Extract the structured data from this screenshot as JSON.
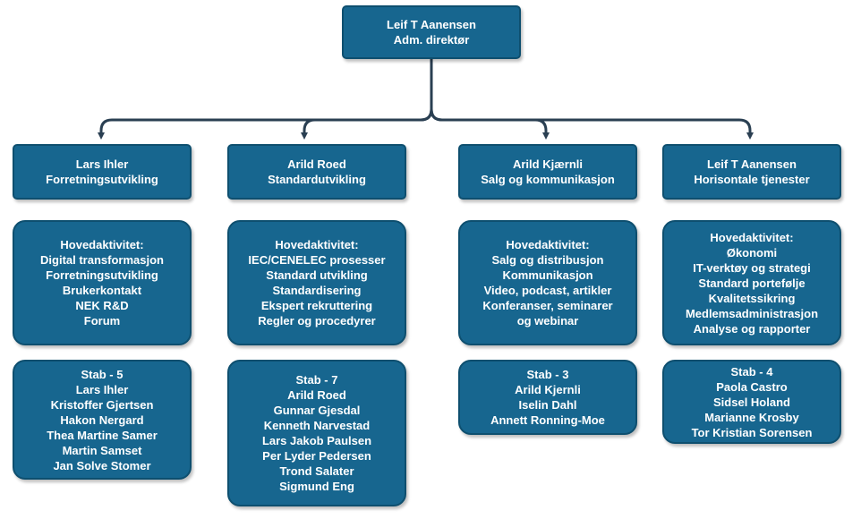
{
  "colors": {
    "box_fill": "#17668f",
    "box_border": "#0e4f6f",
    "connector": "#2a3f52",
    "text": "#ffffff"
  },
  "top": {
    "name": "Leif T Aanensen",
    "role": "Adm. direktør"
  },
  "departments": [
    {
      "head": {
        "name": "Lars Ihler",
        "unit": "Forretningsutvikling"
      },
      "activities": [
        "Hovedaktivitet:",
        "Digital transformasjon",
        "Forretningsutvikling",
        "Brukerkontakt",
        "NEK R&D",
        "Forum"
      ],
      "staff": [
        "Stab - 5",
        "Lars Ihler",
        "Kristoffer Gjertsen",
        "Hakon Nergard",
        "Thea Martine Samer",
        "Martin Samset",
        "Jan Solve Stomer"
      ]
    },
    {
      "head": {
        "name": "Arild Roed",
        "unit": "Standardutvikling"
      },
      "activities": [
        "Hovedaktivitet:",
        "IEC/CENELEC prosesser",
        "Standard utvikling",
        "Standardisering",
        "Ekspert rekruttering",
        "Regler og procedyrer"
      ],
      "staff": [
        "Stab - 7",
        "Arild Roed",
        "Gunnar Gjesdal",
        "Kenneth Narvestad",
        "Lars Jakob Paulsen",
        "Per Lyder Pedersen",
        "Trond Salater",
        "Sigmund Eng"
      ]
    },
    {
      "head": {
        "name": "Arild Kjærnli",
        "unit": "Salg og kommunikasjon"
      },
      "activities": [
        "Hovedaktivitet:",
        "Salg og distribusjon",
        "Kommunikasjon",
        "Video, podcast, artikler",
        "Konferanser, seminarer",
        "og webinar"
      ],
      "staff": [
        "Stab - 3",
        "Arild Kjernli",
        "Iselin Dahl",
        "Annett Ronning-Moe"
      ]
    },
    {
      "head": {
        "name": "Leif T Aanensen",
        "unit": "Horisontale tjenester"
      },
      "activities": [
        "Hovedaktivitet:",
        "Økonomi",
        "IT-verktøy og strategi",
        "Standard portefølje",
        "Kvalitetssikring",
        "Medlemsadministrasjon",
        "Analyse og rapporter"
      ],
      "staff": [
        "Stab - 4",
        "Paola Castro",
        "Sidsel Holand",
        "Marianne Krosby",
        "Tor Kristian Sorensen"
      ]
    }
  ]
}
